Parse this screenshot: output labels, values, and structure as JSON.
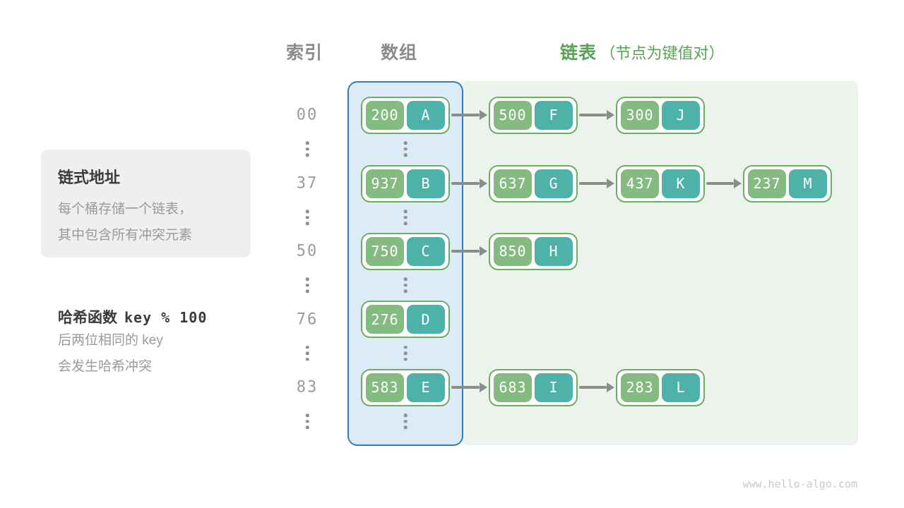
{
  "headers": {
    "index": "索引",
    "array": "数组",
    "list": "链表",
    "list_note": "（节点为键值对）"
  },
  "info_box": {
    "title": "链式地址",
    "lines": [
      "每个桶存储一个链表，",
      "其中包含所有冲突元素"
    ]
  },
  "hash_note": {
    "title_cn": "哈希函数",
    "title_code": "key % 100",
    "lines": [
      "后两位相同的 key",
      "会发生哈希冲突"
    ]
  },
  "rows": [
    {
      "index": "00",
      "nodes": [
        {
          "key": "200",
          "value": "A"
        },
        {
          "key": "500",
          "value": "F"
        },
        {
          "key": "300",
          "value": "J"
        }
      ]
    },
    {
      "index": "37",
      "nodes": [
        {
          "key": "937",
          "value": "B"
        },
        {
          "key": "637",
          "value": "G"
        },
        {
          "key": "437",
          "value": "K"
        },
        {
          "key": "237",
          "value": "M"
        }
      ]
    },
    {
      "index": "50",
      "nodes": [
        {
          "key": "750",
          "value": "C"
        },
        {
          "key": "850",
          "value": "H"
        }
      ]
    },
    {
      "index": "76",
      "nodes": [
        {
          "key": "276",
          "value": "D"
        }
      ]
    },
    {
      "index": "83",
      "nodes": [
        {
          "key": "583",
          "value": "E"
        },
        {
          "key": "683",
          "value": "I"
        },
        {
          "key": "283",
          "value": "L"
        }
      ]
    }
  ],
  "colors": {
    "accent-green": "#57a457",
    "key-green": "#85bb80",
    "value-teal": "#4eb2a9",
    "node-border": "#6cae65",
    "array-fill": "#dcebf8",
    "array-border": "#2d7fc2",
    "list-fill": "#ecf3ec",
    "gray-text": "#9a9a9a",
    "dark-text": "#3b3b3b",
    "arrow-gray": "#8c8c8c",
    "box-fill": "#efeff0",
    "watermark": "#c9c9c9"
  },
  "watermark": "www.hello-algo.com"
}
